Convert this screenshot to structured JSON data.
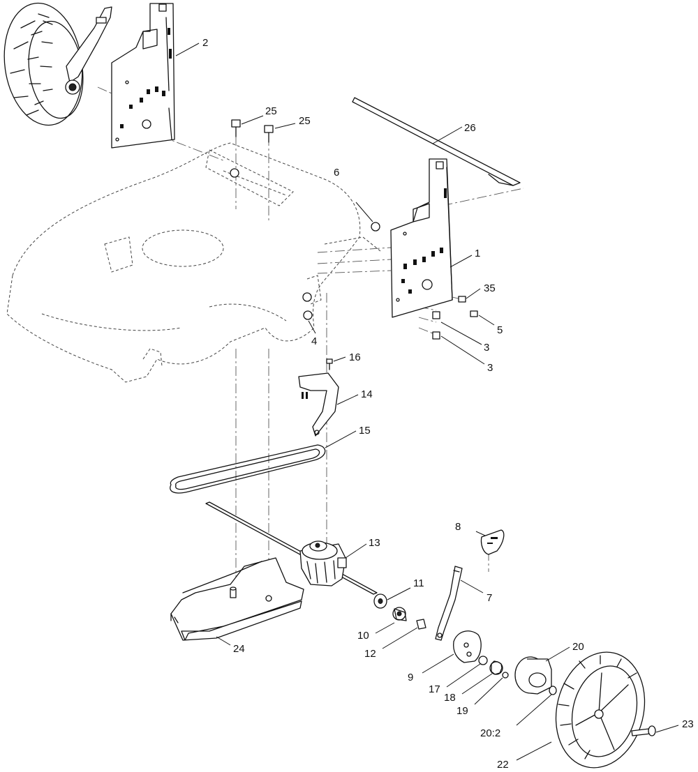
{
  "callouts": {
    "c1": "1",
    "c2": "2",
    "c3a": "3",
    "c3b": "3",
    "c4": "4",
    "c5": "5",
    "c6": "6",
    "c7": "7",
    "c8": "8",
    "c9": "9",
    "c10": "10",
    "c11": "11",
    "c12": "12",
    "c13": "13",
    "c14": "14",
    "c15": "15",
    "c16": "16",
    "c17": "17",
    "c18": "18",
    "c19": "19",
    "c20": "20",
    "c20b": "20:2",
    "c22": "22",
    "c23": "23",
    "c24": "24",
    "c25a": "25",
    "c25b": "25",
    "c26": "26",
    "c35": "35"
  },
  "colors": {
    "line": "#111111",
    "phantom": "#444444",
    "background": "#ffffff"
  }
}
